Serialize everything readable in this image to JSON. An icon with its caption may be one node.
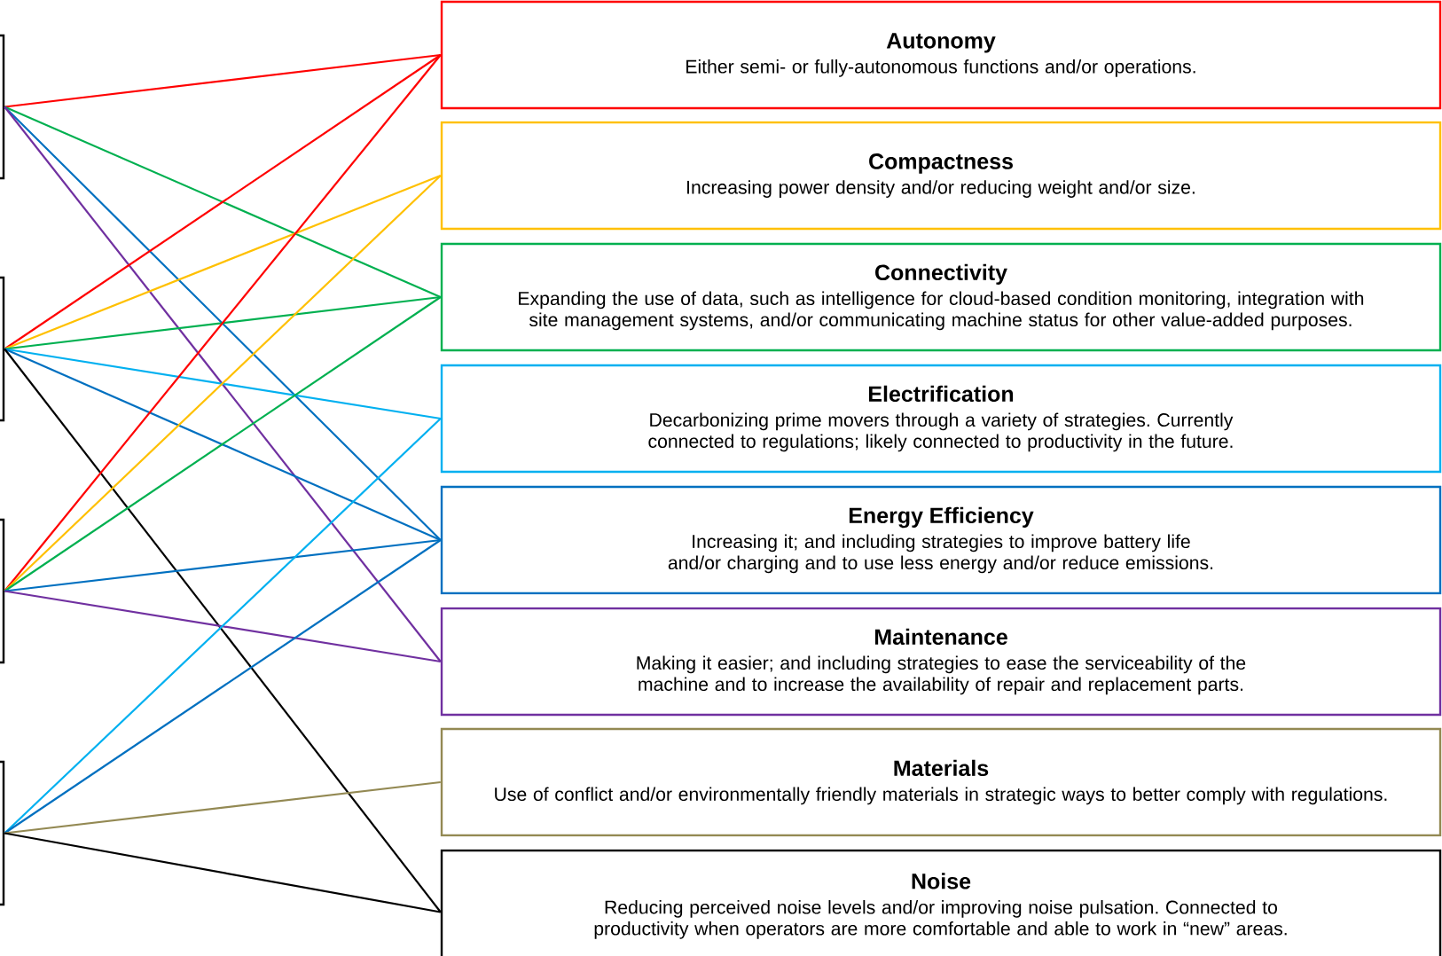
{
  "diagram": {
    "nodes": [
      {
        "text": [
          "Autonomy",
          "Either semi- or fully-autonomous functions and/or operations."
        ]
      },
      {
        "text": [
          "Compactness",
          "Increasing power density and/or reducing weight and/or size."
        ]
      },
      {
        "text": [
          "Connectivity",
          "Expanding the use of data, such as intelligence for cloud-based condition monitoring, integration with site management systems, and/or communicating machine status for other value-added purposes."
        ]
      },
      {
        "text": [
          "Electrification",
          "Decarbonizing prime movers through a variety of strategies. Currently connected to regulations; likely connected to productivity in the future."
        ]
      },
      {
        "text": [
          "Energy Efficiency",
          "Increasing it; and including strategies to improve battery life and/or charging and to use less energy and/or reduce emissions."
        ]
      },
      {
        "text": [
          "Maintenance",
          "Making it easier; and including strategies to ease the serviceability of the machine and to increase the availability of repair and replacement parts."
        ]
      },
      {
        "text": [
          "Materials",
          "Use of conflict and/or environmentally friendly materials in strategic ways to better comply with regulations."
        ]
      },
      {
        "text": [
          "Noise",
          "Reducing perceived noise levels and/or improving noise pulsation. Connected to productivity when operators are more comfortable and able to work in “new” areas."
        ]
      },
      {
        "text": [],
        "shape": "box"
      },
      {
        "text": [],
        "shape": "box"
      },
      {
        "text": [],
        "shape": "box"
      },
      {
        "text": [],
        "shape": "box"
      }
    ],
    "edges": [
      {
        "from": 8,
        "to": 0,
        "arrow": "none",
        "color": "#ff0000"
      },
      {
        "from": 8,
        "to": 2,
        "arrow": "none",
        "color": "#00b050"
      },
      {
        "from": 8,
        "to": 4,
        "arrow": "none",
        "color": "#0070c0"
      },
      {
        "from": 8,
        "to": 5,
        "arrow": "none",
        "color": "#7030a0"
      },
      {
        "from": 9,
        "to": 0,
        "arrow": "none",
        "color": "#ff0000"
      },
      {
        "from": 9,
        "to": 1,
        "arrow": "none",
        "color": "#ffc000"
      },
      {
        "from": 9,
        "to": 2,
        "arrow": "none",
        "color": "#00b050"
      },
      {
        "from": 9,
        "to": 3,
        "arrow": "none",
        "color": "#00b0f0"
      },
      {
        "from": 9,
        "to": 4,
        "arrow": "none",
        "color": "#0070c0"
      },
      {
        "from": 9,
        "to": 7,
        "arrow": "none",
        "color": "#000000"
      },
      {
        "from": 10,
        "to": 0,
        "arrow": "none",
        "color": "#ff0000"
      },
      {
        "from": 10,
        "to": 1,
        "arrow": "none",
        "color": "#ffc000"
      },
      {
        "from": 10,
        "to": 2,
        "arrow": "none",
        "color": "#00b050"
      },
      {
        "from": 10,
        "to": 4,
        "arrow": "none",
        "color": "#0070c0"
      },
      {
        "from": 10,
        "to": 5,
        "arrow": "none",
        "color": "#7030a0"
      },
      {
        "from": 11,
        "to": 3,
        "arrow": "none",
        "color": "#00b0f0"
      },
      {
        "from": 11,
        "to": 4,
        "arrow": "none",
        "color": "#0070c0"
      },
      {
        "from": 11,
        "to": 6,
        "arrow": "none",
        "color": "#938953"
      },
      {
        "from": 11,
        "to": 7,
        "arrow": "none",
        "color": "#000000"
      }
    ]
  }
}
